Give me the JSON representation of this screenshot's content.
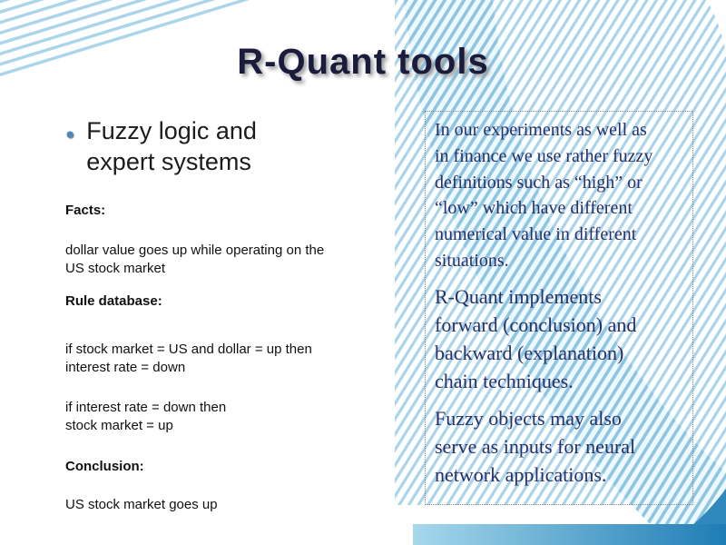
{
  "slide": {
    "title": "R-Quant tools",
    "bullet_item": "Fuzzy logic and\nexpert systems",
    "left": [
      {
        "text": "Facts:"
      },
      {
        "text": "dollar value goes up while operating on the\nUS  stock market"
      },
      {
        "text": "Rule database:"
      },
      {
        "text": "if stock market = US and dollar = up then\ninterest rate = down"
      },
      {
        "text": "if interest rate = down then\nstock market = up"
      },
      {
        "text": "Conclusion:"
      },
      {
        "text": "US stock market goes up"
      }
    ],
    "right": [
      {
        "text": "In our experiments as well as\nin finance we use rather fuzzy\ndefinitions such as “high” or\n“low” which have different\nnumerical value in different\nsituations."
      },
      {
        "text": "R-Quant implements\nforward (conclusion) and\nbackward (explanation)\nchain techniques."
      },
      {
        "text": "Fuzzy objects may also\nserve as inputs for neural\nnetwork applications."
      }
    ],
    "colors": {
      "stripe_light": "#a9d5ea",
      "stripe_mid": "#8cc6e2",
      "title_text": "#1b1b3c",
      "body_text": "#111111",
      "right_text": "#28306b",
      "bullet": "#4d86b8",
      "bottom_bar_start": "#a6d8ec",
      "bottom_bar_end": "#1e7db5"
    }
  }
}
